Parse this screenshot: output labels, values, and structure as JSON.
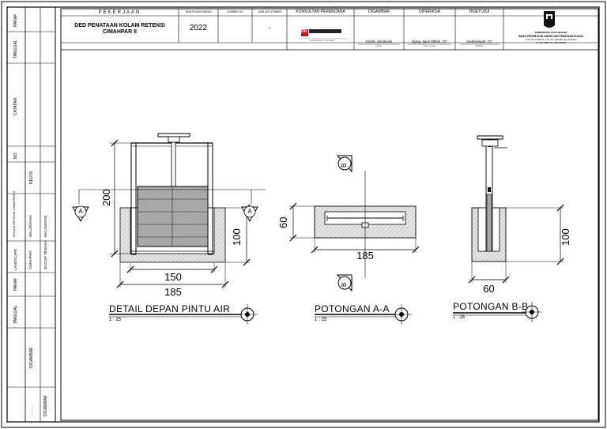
{
  "title_block": {
    "headers": {
      "pekerjaan": "PEKERJAAN",
      "tahun_anggaran": "TAHUN ANGGARAN",
      "lembar_ke": "LEMBAR KE",
      "jumlah_lembar": "JUMLAH LEMBAR",
      "konsultan": "KONSULTAN PERENCANA",
      "digambar": "DIGAMBAR",
      "diperiksa": "DIPERIKSA",
      "disetujui": "DISETUJUI"
    },
    "project_line1": "DED PENATAAN KOLAM RETENSI",
    "project_line2": "CIMAHPAR II",
    "year": "2022",
    "lembar_ke_value": "",
    "jumlah_lembar_value": "-",
    "drawn_by": "Dindin Jamaludin",
    "drawn_by_role": "Drafter",
    "checked_by": "Ujang Jajun Miftah, ST.",
    "checked_by_role": "Team Leader",
    "approved_by": "Andriansyah, ST.",
    "approved_by_role": "Direktur",
    "agency_line1": "PEMERINTAH KOTA BOGOR",
    "agency_line2": "DINAS PEKERJAAN UMUM DAN PENATAAN RUANG",
    "agency_line3": "Jl. Pdt. Ahli Tirtohadi No. 1 Ds. Telp. 0251-8321 Telex 8340 Web",
    "agency_line4": "Cq., Bdn. 0251-8 Pcs. 0251 0000000",
    "consultant_logo_text": "DR",
    "consultant_caption": "ENGINEERING CONSULTANT"
  },
  "side_panel": {
    "paraf": "PARAF",
    "tanggal": "TANGGAL",
    "catatan": "CATATAN",
    "no": "NO",
    "revisi": "REVISI",
    "kolam_retensi": "KOLAM RETENSI CIMAHPAR II",
    "landscape": "LANDSCAPE",
    "kelurahan": "KELURAHAN",
    "cimahpar": "CIMAHPAR",
    "kecamatan": "KECAMATAN",
    "bogor_tengah": "BOGOR TENGAH",
    "paraf2": "PARAF",
    "tanggal2": "TANGGAL",
    "digambar": "DIGAMBAR",
    "dots": "..........",
    "digambar2": "DIGAMBAR"
  },
  "drawings": {
    "front": {
      "title": "DETAIL DEPAN PINTU AIR",
      "scale": "1 : 25",
      "dim_height": "200",
      "dim_inner_width": "150",
      "dim_outer_width": "185",
      "dim_depth": "100",
      "section_mark": "A"
    },
    "section_a": {
      "title": "POTONGAN A-A",
      "scale": "1 : 25",
      "dim_height": "60",
      "dim_width": "185",
      "section_mark": "B"
    },
    "section_b": {
      "title": "POTONGAN B-B",
      "scale": "1 : 25",
      "dim_height": "100",
      "dim_width": "60"
    }
  },
  "colors": {
    "line": "#000000",
    "hatch_fill": "#d9d9d9",
    "gate_fill": "#9a9a9a",
    "logo_red": "#c4161c"
  }
}
